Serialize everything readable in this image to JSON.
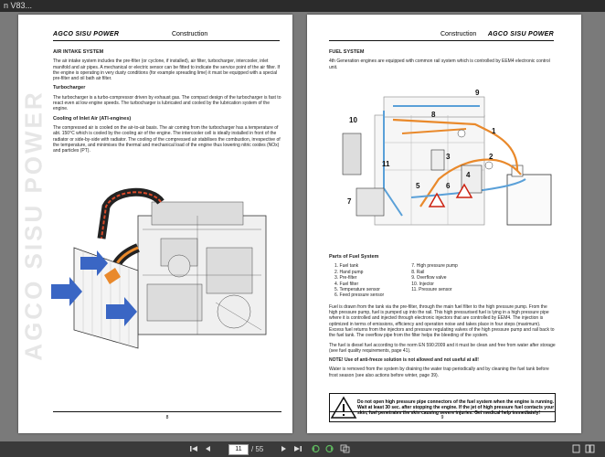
{
  "titlebar": {
    "tab": "n   V83..."
  },
  "left_page": {
    "brand": "AGCO SISU POWER",
    "section": "Construction",
    "vertical_brand": "AGCO SISU POWER",
    "heading": "AIR INTAKE SYSTEM",
    "intro": "The air intake system includes the pre-filter (or cyclone, if installed), air filter, turbocharger, intercooler, inlet manifold and air pipes. A mechanical or electric sensor can be fitted to indicate the service point of the air filter. If the engine is operating in very dusty conditions (for example spreading lime) it must be equipped with a special pre-filter and oil bath air filter.",
    "turbo_heading": "Turbocharger",
    "turbo_text": "The turbocharger is a turbo-compressor driven by exhaust gas. The compact design of the turbocharger is fast to react even at low engine speeds. The turbocharger is lubricated and cooled by the lubrication system of the engine.",
    "cooling_heading": "Cooling of Inlet Air (ATI-engines)",
    "cooling_text": "The compressed air is cooled on the air-to-air basis. The air coming from the turbocharger has a temperature of abt. 150°C which is cooled by the cooling air of the engine. The intercooler cell is ideally installed in front of the radiator or side-by-side with radiator. The cooling of the compressed air stabilises the combustion, irrespective of the temperature, and minimises the thermal and mechanical load of the engine thus lowering nitric oxides (NOx) and particles (PT).",
    "page_number": "8"
  },
  "right_page": {
    "section": "Construction",
    "brand": "AGCO SISU POWER",
    "heading": "FUEL SYSTEM",
    "intro": "4th Generation engines are equipped with common rail system which is controlled by EEM4 electronic control unit.",
    "diagram_labels": [
      "10",
      "9",
      "8",
      "1",
      "11",
      "2",
      "3",
      "4",
      "5",
      "6",
      "7"
    ],
    "parts_heading": "Parts of Fuel System",
    "parts_col1": [
      "1. Fuel tank",
      "2. Hand pump",
      "3. Pre-filter",
      "4. Fuel filter",
      "5. Temperature sensor",
      "6. Feed pressure sensor"
    ],
    "parts_col2": [
      "7. High pressure pump",
      "8. Rail",
      "9. Overflow valve",
      "10. Injector",
      "11. Pressure sensor"
    ],
    "para1": "Fuel is drawn from the tank via the pre-filter, through the main fuel filter to the high pressure pump. From the high pressure pump, fuel is pumped up into the rail. This high pressurised fuel is lying in a high pressure pipe where it is controlled and injected through electronic injectors that are controlled by EEM4. The injection is optimized in terms of emissions, efficiency and operation noise and takes place in four steps (maximum). Excess fuel returns from the injectors and pressure regulating valves of the high pressure pump and rail back to the fuel tank. The overflow pipe from the filter helps the bleeding of the system.",
    "para2": "The fuel is diesel fuel according to the norm EN 590:2009 and it must be clean and free from water after storage (see fuel quality requirements, page 41).",
    "note": "NOTE! Use of anti-freeze solution is not allowed and not useful at all!",
    "para3": "Water is removed from the system by draining the water trap periodically and by cleaning the fuel tank before frost season (see also actions before winter, page 39).",
    "warning": "Do not open high pressure pipe connectors of the fuel system when the engine is running. Wait at least 30 sec. after stopping the engine. If the jet of high pressure fuel contacts your skin, fuel penetrates the skin causing severe injuries. Get medical help immediately!",
    "page_number": "9"
  },
  "navbar": {
    "current_page": "11",
    "total": "/ 55"
  },
  "colors": {
    "arrow_blue": "#3a66c4",
    "fuel_orange": "#e9892b",
    "pipe_blue": "#5aa0d8"
  }
}
